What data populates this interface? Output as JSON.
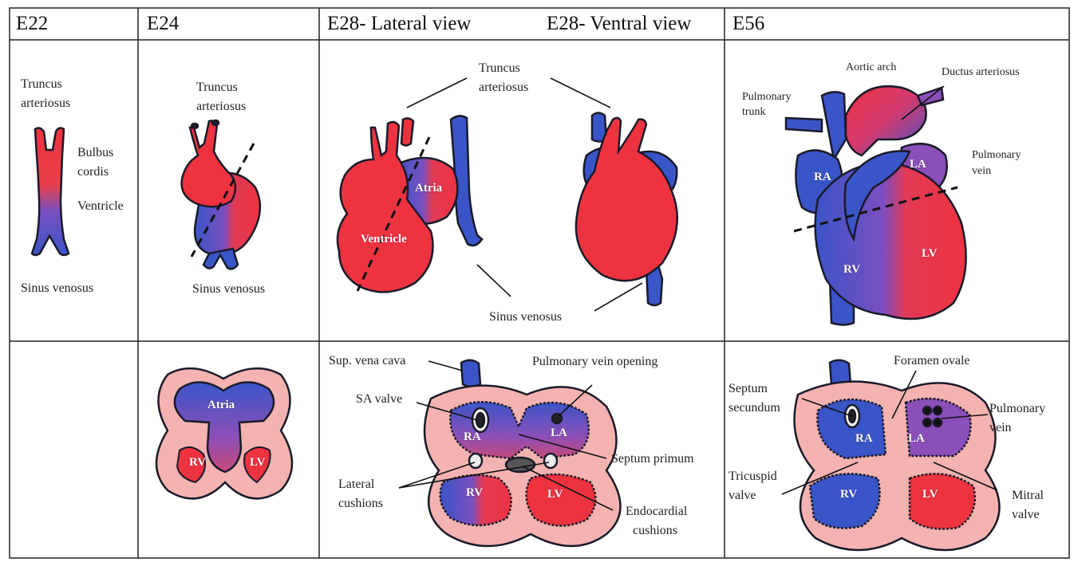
{
  "headers": {
    "e22": "E22",
    "e24": "E24",
    "e28_lateral": "E28- Lateral view",
    "e28_ventral": "E28- Ventral view",
    "e56": "E56"
  },
  "e22": {
    "truncus_line1": "Truncus",
    "truncus_line2": "arteriosus",
    "bulbus_line1": "Bulbus",
    "bulbus_line2": "cordis",
    "ventricle": "Ventricle",
    "sinus": "Sinus venosus"
  },
  "e24": {
    "truncus_line1": "Truncus",
    "truncus_line2": "arteriosus",
    "sinus": "Sinus venosus",
    "atria": "Atria",
    "rv": "RV",
    "lv": "LV"
  },
  "e28": {
    "truncus_line1": "Truncus",
    "truncus_line2": "arteriosus",
    "atria": "Atria",
    "ventricle": "Ventricle",
    "sinus": "Sinus venosus",
    "sup_vena_cava": "Sup. vena cava",
    "pulmonary_vein_opening": "Pulmonary vein opening",
    "sa_valve": "SA valve",
    "ra": "RA",
    "la": "LA",
    "septum_primum": "Septum primum",
    "lateral_line1": "Lateral",
    "lateral_line2": "cushions",
    "rv": "RV",
    "lv": "LV",
    "endocardial_line1": "Endocardial",
    "endocardial_line2": "cushions"
  },
  "e56": {
    "aortic_arch": "Aortic arch",
    "ductus": "Ductus arteriosus",
    "pulm_trunk_line1": "Pulmonary",
    "pulm_trunk_line2": "trunk",
    "pulm_vein_line1": "Pulmonary",
    "pulm_vein_line2": "vein",
    "ra": "RA",
    "la": "LA",
    "rv": "RV",
    "lv": "LV",
    "foramen_ovale": "Foramen ovale",
    "septum_sec_line1": "Septum",
    "septum_sec_line2": "secundum",
    "pv2_line1": "Pulmonary",
    "pv2_line2": "vein",
    "ra2": "RA",
    "la2": "LA",
    "tricuspid_line1": "Tricuspid",
    "tricuspid_line2": "valve",
    "mitral_line1": "Mitral",
    "mitral_line2": "valve",
    "rv2": "RV",
    "lv2": "LV"
  },
  "colors": {
    "red": "#ee3340",
    "blue": "#3a55c8",
    "purple": "#8a4fb8",
    "pink": "#f4b3b0",
    "outline": "#1a1a2a"
  }
}
